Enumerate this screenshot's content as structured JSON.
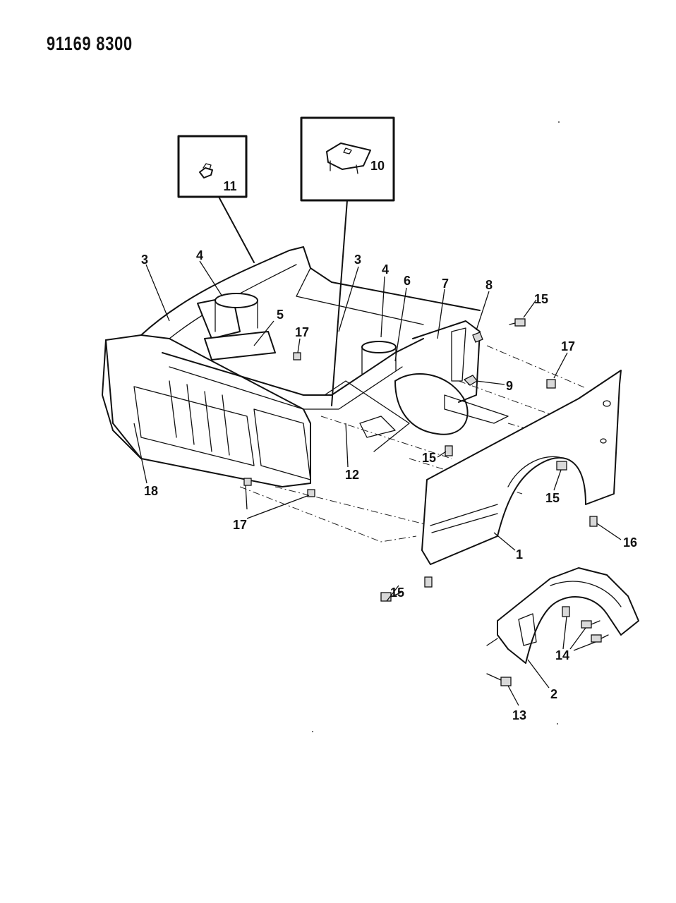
{
  "document_number": "91169 8300",
  "callouts": {
    "c1": "1",
    "c2": "2",
    "c3a": "3",
    "c3b": "3",
    "c4a": "4",
    "c4b": "4",
    "c5": "5",
    "c6": "6",
    "c7": "7",
    "c8": "8",
    "c9": "9",
    "c10": "10",
    "c11": "11",
    "c12": "12",
    "c13": "13",
    "c14": "14",
    "c15a": "15",
    "c15b": "15",
    "c15c": "15",
    "c15d": "15",
    "c16": "16",
    "c17a": "17",
    "c17b": "17",
    "c17c": "17",
    "c18": "18"
  }
}
